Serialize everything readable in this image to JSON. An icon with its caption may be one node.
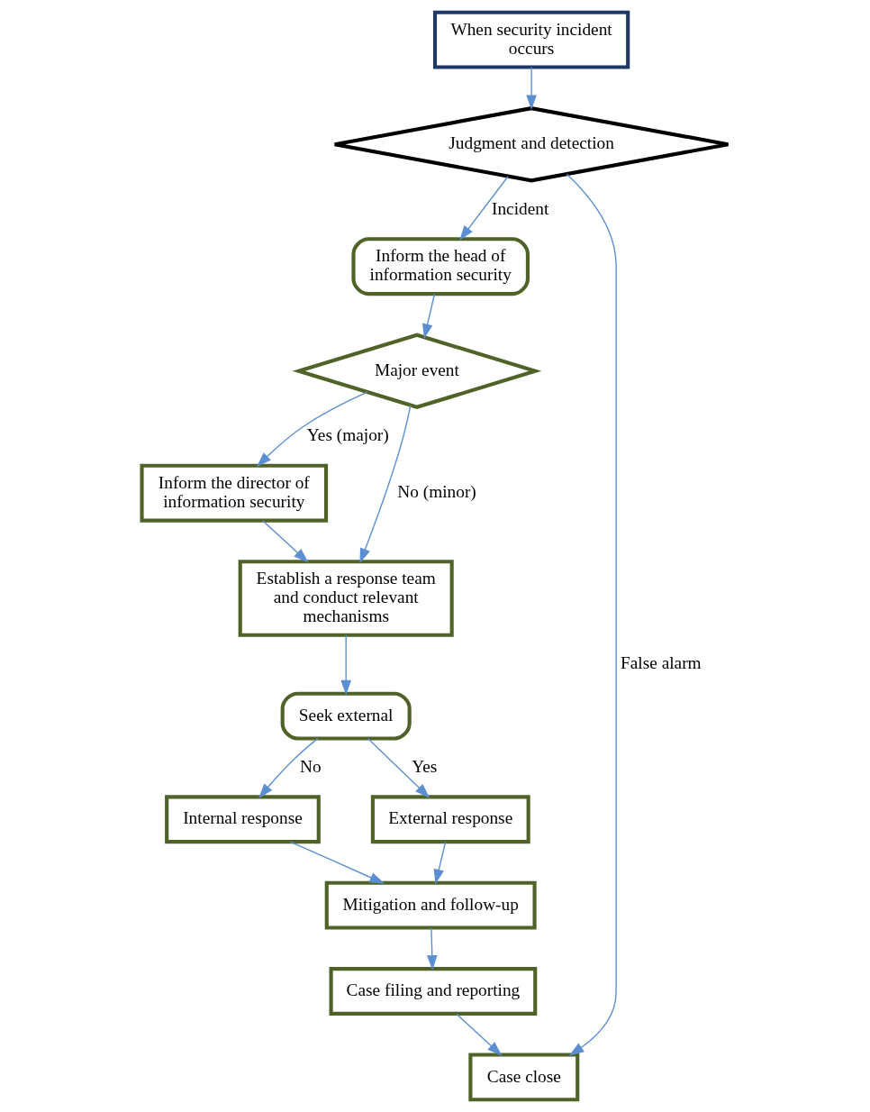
{
  "diagram": {
    "nodes": [
      {
        "text": [
          "When security incident occurs"
        ]
      },
      {
        "text": [
          "Judgment and detection"
        ]
      },
      {
        "text": [
          "Inform the head of information security"
        ]
      },
      {
        "text": [
          "Major event"
        ]
      },
      {
        "text": [
          "Inform the director of information security"
        ]
      },
      {
        "text": [
          "Establish a response team and conduct relevant mechanisms"
        ]
      },
      {
        "text": [
          "Seek external"
        ]
      },
      {
        "text": [
          "Internal response"
        ]
      },
      {
        "text": [
          "External response"
        ]
      },
      {
        "text": [
          "Mitigation and follow-up"
        ]
      },
      {
        "text": [
          "Case filing and reporting"
        ]
      },
      {
        "text": [
          "Case close"
        ]
      }
    ],
    "edges": [
      {
        "from": 0,
        "to": 1,
        "arrow": "to"
      },
      {
        "from": 1,
        "to": 11,
        "arrow": "to",
        "label": "False alarm"
      },
      {
        "from": 1,
        "to": 2,
        "arrow": "to",
        "label": "Incident"
      },
      {
        "from": 2,
        "to": 3,
        "arrow": "to"
      },
      {
        "from": 3,
        "to": 5,
        "arrow": "to",
        "label": "No (minor)"
      },
      {
        "from": 3,
        "to": 4,
        "arrow": "to",
        "label": "Yes (major)"
      },
      {
        "from": 4,
        "to": 5,
        "arrow": "to"
      },
      {
        "from": 5,
        "to": 6,
        "arrow": "to"
      },
      {
        "from": 6,
        "to": 7,
        "arrow": "to",
        "label": "No"
      },
      {
        "from": 6,
        "to": 8,
        "arrow": "to",
        "label": "Yes"
      },
      {
        "from": 7,
        "to": 9,
        "arrow": "to"
      },
      {
        "from": 8,
        "to": 9,
        "arrow": "to"
      },
      {
        "from": 9,
        "to": 10,
        "arrow": "to"
      },
      {
        "from": 10,
        "to": 11,
        "arrow": "to"
      }
    ]
  }
}
